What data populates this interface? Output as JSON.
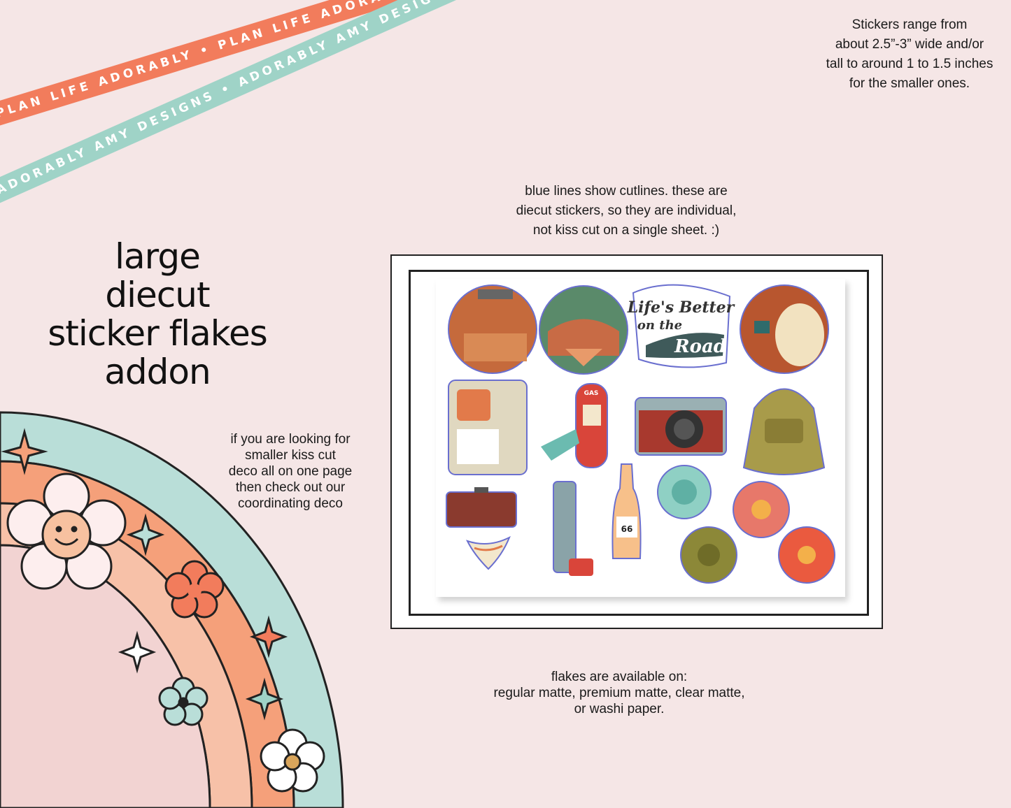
{
  "ribbons": {
    "orange_text": "PLAN LIFE ADORABLY • PLAN LIFE ADORABLY • PLAN LIFE ADORABLY •",
    "teal_text": "ADORABLY AMY DESIGNS • ADORABLY AMY DESIGNS • ADORABLY AMY DESIGNS •",
    "orange_color": "#f27c5c",
    "teal_color": "#9fd3c7"
  },
  "info_top": [
    "Stickers range from",
    "about 2.5”-3” wide and/or",
    "tall to around 1 to 1.5 inches",
    "for the smaller ones."
  ],
  "info_cut": [
    "blue lines show cutlines.  these are",
    "diecut stickers, so they are individual,",
    "not kiss cut on a single sheet. :)"
  ],
  "title": [
    "large",
    "diecut",
    "sticker flakes",
    "addon"
  ],
  "info_deco": [
    "if you are looking for",
    "smaller kiss cut",
    "deco all on one page",
    "then check out our",
    "coordinating deco"
  ],
  "info_flakes": [
    "flakes are available on:",
    "regular matte, premium matte, clear matte,",
    "or washi paper."
  ],
  "stickers": {
    "lettering": [
      "Life's Better",
      "on the",
      "Road"
    ],
    "route_sign": "66",
    "gas_sign": "GAS"
  },
  "colors": {
    "background": "#f5e6e6",
    "rainbow_teal": "#b9ded8",
    "rainbow_peach": "#f6c3ad",
    "rainbow_orange": "#f5a07a",
    "rainbow_pink": "#f2d3d2",
    "cutline_blue": "#6a6fcf"
  }
}
